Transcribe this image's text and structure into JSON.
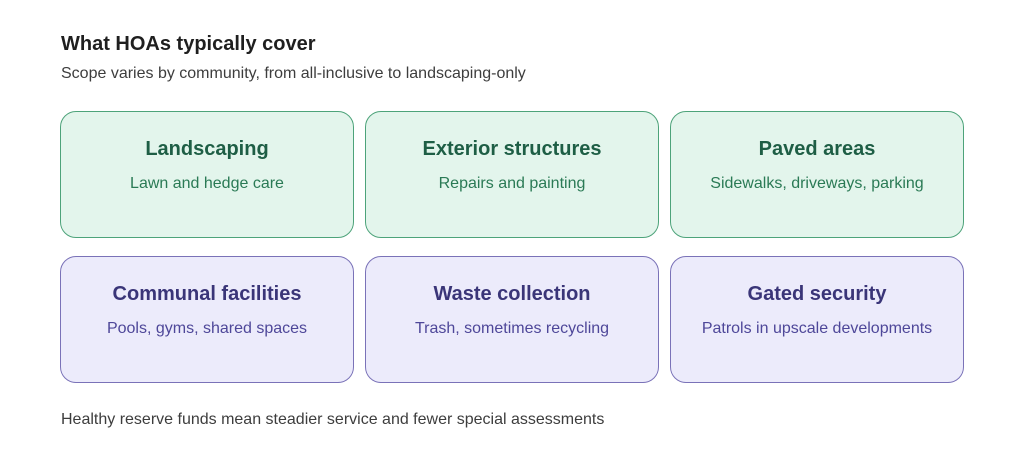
{
  "title": "What HOAs typically cover",
  "subtitle": "Scope varies by community, from all-inclusive to landscaping-only",
  "cards": [
    {
      "title": "Landscaping",
      "desc": "Lawn and hedge care",
      "theme": "green"
    },
    {
      "title": "Exterior structures",
      "desc": "Repairs and painting",
      "theme": "green"
    },
    {
      "title": "Paved areas",
      "desc": "Sidewalks, driveways, parking",
      "theme": "green"
    },
    {
      "title": "Communal facilities",
      "desc": "Pools, gyms, shared spaces",
      "theme": "purple"
    },
    {
      "title": "Waste collection",
      "desc": "Trash, sometimes recycling",
      "theme": "purple"
    },
    {
      "title": "Gated security",
      "desc": "Patrols in upscale developments",
      "theme": "purple"
    }
  ],
  "footer": "Healthy reserve funds mean steadier service and fewer special assessments",
  "colors": {
    "green_fill": "#e3f5ec",
    "green_border": "#4da37a",
    "purple_fill": "#ecebfb",
    "purple_border": "#7a72b8"
  }
}
